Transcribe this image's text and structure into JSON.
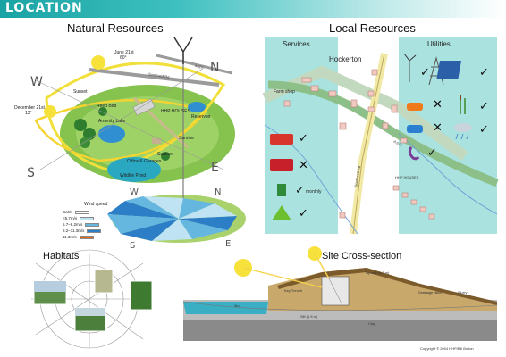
{
  "banner": {
    "title": "LOCATION"
  },
  "sections": {
    "natural": "Natural Resources",
    "local": "Local Resources",
    "habitats": "Habitats",
    "cross": "Site Cross-section"
  },
  "natural": {
    "june": "June 21st",
    "june_deg": "60°",
    "december": "December 21st",
    "december_deg": "13°",
    "sunset": "Sunset",
    "sunrise_top": "Sunrise",
    "sunrise_bottom": "Sunrise",
    "southwell_rd": "Southwell Rd",
    "a617": "A617",
    "reed_bed": "Reed Bed",
    "amenity_lake": "Amenity Lake",
    "hhp_houses": "HHP HOUSES",
    "reservoir": "Reservoir",
    "office": "Office & Garages",
    "wildlife_pond": "Wildlife Pond",
    "compass_w": "W",
    "compass_n": "N",
    "compass_s": "S",
    "compass_e": "E",
    "compass2_w": "W",
    "compass2_n": "N",
    "compass2_s": "S",
    "compass2_e": "E"
  },
  "wind_legend": {
    "title": "Wind speed",
    "items": [
      {
        "label": "Calm",
        "color": "#ffffff"
      },
      {
        "label": "<5.7m/s",
        "color": "#bfe3f2"
      },
      {
        "label": "5.7–8.2m/s",
        "color": "#66b7e0"
      },
      {
        "label": "8.2–11.3m/s",
        "color": "#2c7fc7"
      },
      {
        "label": "11.3m/s",
        "color": "#e46b1c"
      }
    ]
  },
  "local": {
    "services": "Services",
    "utilities": "Utilities",
    "hockerton": "Hockerton",
    "farm_shop": "Farm shop",
    "a617": "A 617",
    "southwell_rd": "Southwell Rd",
    "hhp_houses": "HHP HOUSES",
    "monthly": "monthly",
    "service_marks": [
      "✓",
      "✕",
      "✓",
      "✓"
    ],
    "utility_marks": [
      "✓",
      "✓",
      "✕",
      "✓",
      "✕",
      "✓"
    ]
  },
  "cross": {
    "top_soil": "Top soil (0.2 m)",
    "key_trench": "Key Trench",
    "drainage_ditch": "Drainage ditch",
    "slurry": "Slurry",
    "water_depth": "3m",
    "silt": "Silt (1.5 m)",
    "clay": "Clay",
    "copyright": "Copyright © 2004 HHP/Bill Bolton"
  },
  "colors": {
    "banner": "#1aa3a3",
    "teal_panel": "#a9e2df",
    "road_green": "#9fc89a",
    "lawn": "#7fc34a",
    "sun": "#f6e23a"
  }
}
